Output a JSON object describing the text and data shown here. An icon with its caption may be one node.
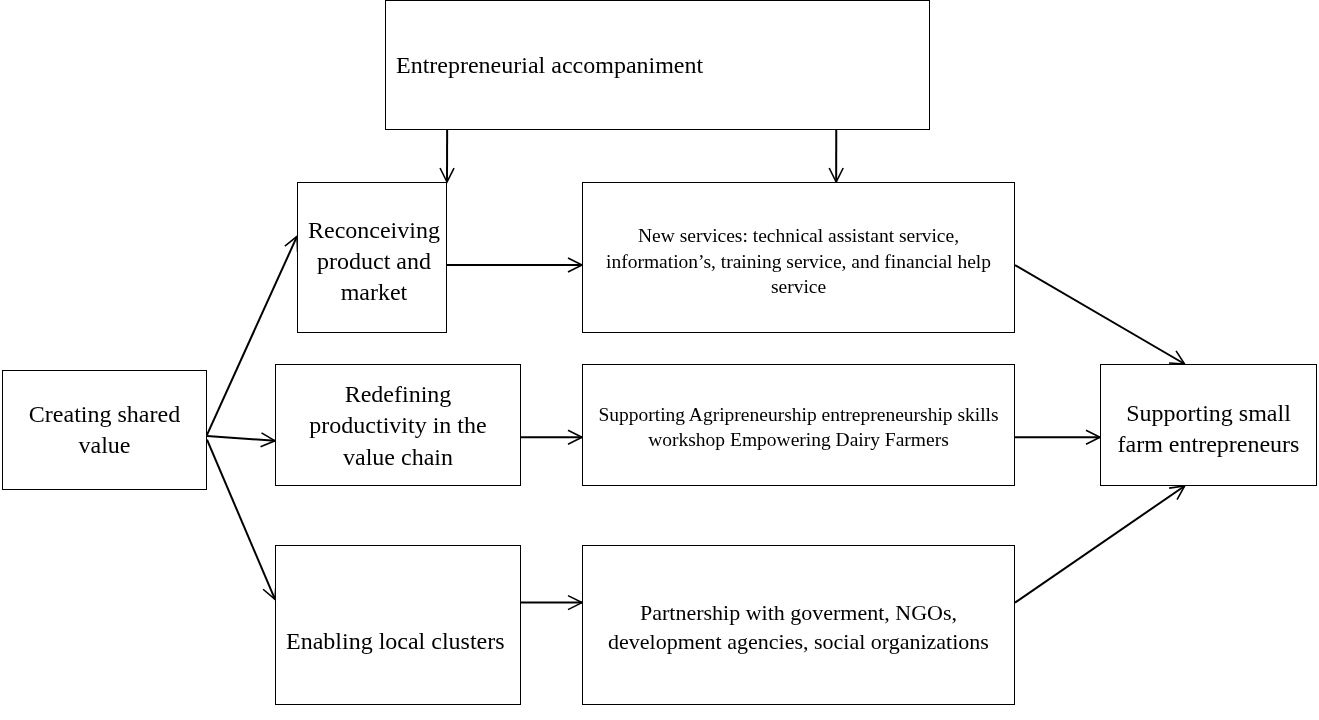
{
  "diagram": {
    "nodes": [
      {
        "text": [
          "Entrepreneurial accompaniment"
        ]
      },
      {
        "text": [
          "Reconceiving product and market"
        ]
      },
      {
        "text": [
          "New services: technical assistant service, information’s, training service, and financial help service"
        ]
      },
      {
        "text": [
          "Creating shared value"
        ]
      },
      {
        "text": [
          "Redefining productivity in the value chain"
        ]
      },
      {
        "text": [
          "Supporting Agripreneurship entrepreneurship skills workshop Empowering Dairy Farmers"
        ]
      },
      {
        "text": [
          "Supporting small farm entrepreneurs"
        ]
      },
      {
        "text": [
          "Enabling local clusters"
        ]
      },
      {
        "text": [
          "Partnership with goverment, NGOs, development agencies, social organizations"
        ]
      }
    ],
    "edges": [
      {
        "from": 0,
        "to": 1,
        "arrow": "to"
      },
      {
        "from": 0,
        "to": 2,
        "arrow": "to"
      },
      {
        "from": 3,
        "to": 1,
        "arrow": "to"
      },
      {
        "from": 3,
        "to": 4,
        "arrow": "to"
      },
      {
        "from": 3,
        "to": 7,
        "arrow": "to"
      },
      {
        "from": 1,
        "to": 2,
        "arrow": "to"
      },
      {
        "from": 4,
        "to": 5,
        "arrow": "to"
      },
      {
        "from": 7,
        "to": 8,
        "arrow": "to"
      },
      {
        "from": 2,
        "to": 6,
        "arrow": "to"
      },
      {
        "from": 5,
        "to": 6,
        "arrow": "to"
      },
      {
        "from": 8,
        "to": 6,
        "arrow": "to"
      }
    ]
  }
}
